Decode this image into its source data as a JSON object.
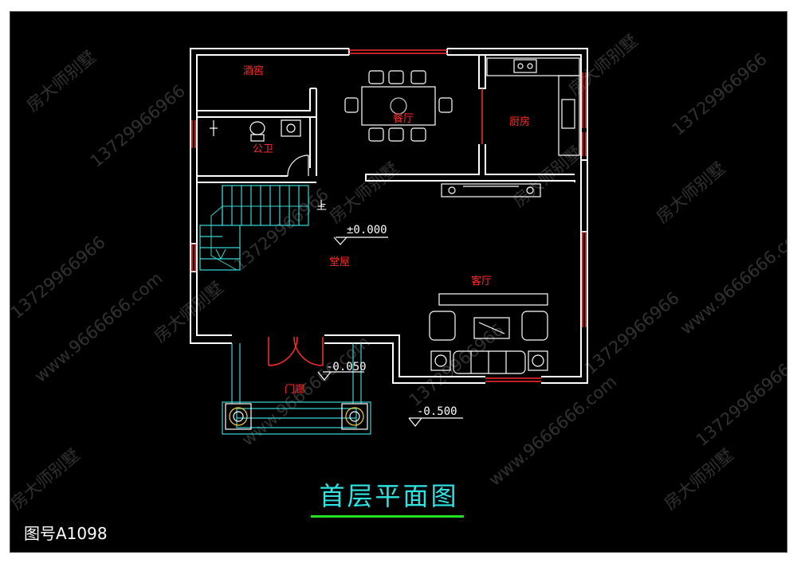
{
  "rooms": {
    "wine_cellar": "酒窖",
    "dining": "餐厅",
    "kitchen": "厨房",
    "public_wc": "公卫",
    "hall": "堂屋",
    "living": "客厅",
    "porch": "门廊"
  },
  "stair_label": "上",
  "elevations": {
    "floor": "±0.000",
    "porch": "-0.050",
    "outdoor": "-0.500"
  },
  "watermarks": {
    "brand": "房大师别墅",
    "phone": "13729966966",
    "site": "www.9666666.com"
  },
  "title": "首层平面图",
  "drawing_number": "图号A1098",
  "colors": {
    "background": "#000000",
    "wall": "#ffffff",
    "window": "#ff2a2a",
    "stair": "#37d6d6",
    "title": "#2ee3e3",
    "title_underline": "#22e022"
  }
}
